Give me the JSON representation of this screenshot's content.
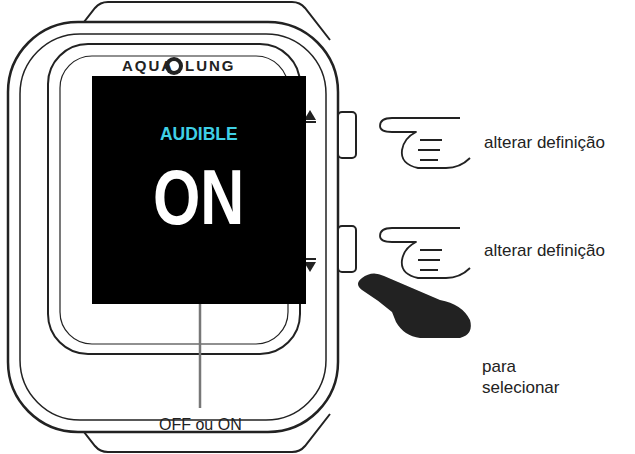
{
  "diagram": {
    "nodes": [
      {
        "text": [
          "AUDIBLE",
          "ON"
        ]
      }
    ],
    "labels": [
      "AQUA",
      "LUNG",
      "alterar definição",
      "alterar definição",
      "para selecionar",
      "OFF ou ON"
    ]
  }
}
